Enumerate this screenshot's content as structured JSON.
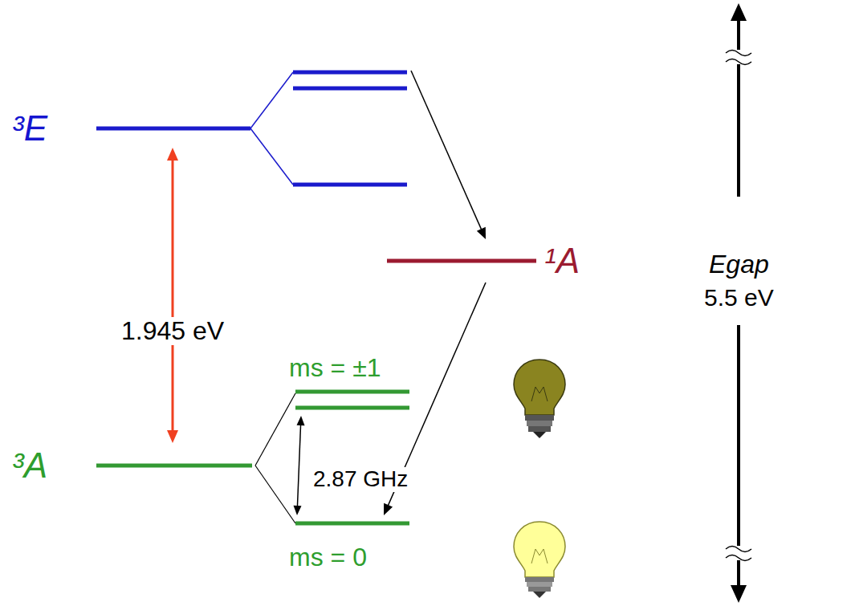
{
  "diagram": {
    "nodes": [
      {
        "text": [
          "³E"
        ]
      },
      {
        "text": [
          "¹A"
        ]
      },
      {
        "text": [
          "ms = ±1"
        ]
      },
      {
        "text": [
          "³A"
        ]
      },
      {
        "text": [
          "ms = 0"
        ]
      }
    ],
    "edges": [
      {
        "from": 0,
        "to": 3,
        "arrow": "both",
        "label": "1.945 eV"
      },
      {
        "from": 0,
        "to": 1,
        "arrow": "to"
      },
      {
        "from": 1,
        "to": 4,
        "arrow": "to"
      },
      {
        "from": 2,
        "to": 4,
        "arrow": "both",
        "label": "2.87 GHz"
      }
    ],
    "labels": [
      "Egap",
      "5.5 eV"
    ]
  }
}
